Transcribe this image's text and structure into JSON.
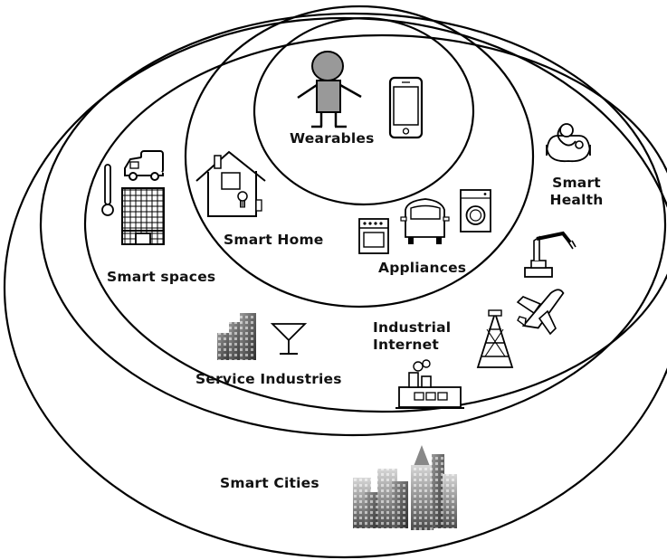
{
  "labels": {
    "wearables": "Wearables",
    "smart_home": "Smart Home",
    "appliances": "Appliances",
    "smart_spaces": "Smart spaces",
    "smart_health_line1": "Smart",
    "smart_health_line2": "Health",
    "service_industries": "Service Industries",
    "industrial_internet_line1": "Industrial",
    "industrial_internet_line2": "Internet",
    "smart_cities": "Smart Cities"
  },
  "icons": [
    "person-icon",
    "smartphone-icon",
    "house-icon",
    "lightbulb-icon",
    "truck-icon",
    "thermometer-icon",
    "office-building-icon",
    "car-icon",
    "stove-icon",
    "washing-machine-icon",
    "stethoscope-icon",
    "robot-arm-icon",
    "airplane-icon",
    "oil-derrick-icon",
    "factory-icon",
    "buildings-icon",
    "cocktail-glass-icon",
    "city-skyline-icon"
  ]
}
